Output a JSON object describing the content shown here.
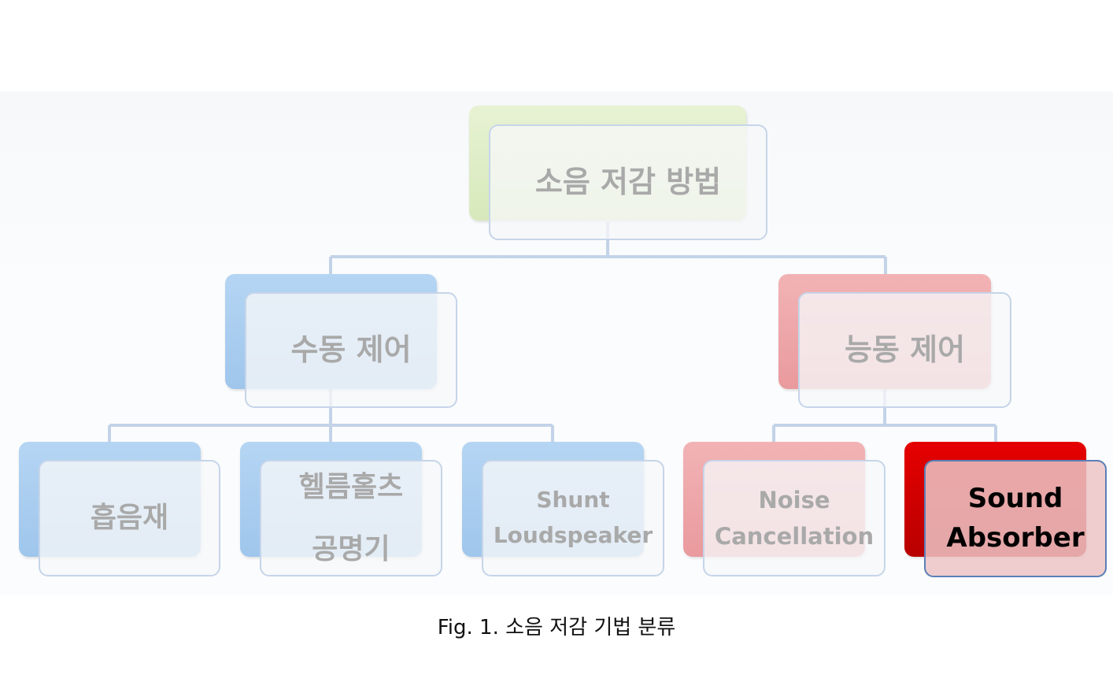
{
  "root": {
    "label": "소음 저감 방법"
  },
  "passive": {
    "label": "수동 제어",
    "children": [
      {
        "label": "흡음재"
      },
      {
        "label": "헬름홀츠\n공명기"
      },
      {
        "label": "Shunt\nLoudspeaker"
      }
    ]
  },
  "active": {
    "label": "능동 제어",
    "children": [
      {
        "label": "Noise\nCancellation"
      },
      {
        "label": "Sound\nAbsorber"
      }
    ]
  },
  "caption": "Fig. 1. 소음 저감 기법 분류",
  "colors": {
    "root": "#d7e9bb",
    "passive": "#9fc6ec",
    "active": "#e99a9d",
    "highlight": "#c00000",
    "connector": "#c3d3e8"
  }
}
